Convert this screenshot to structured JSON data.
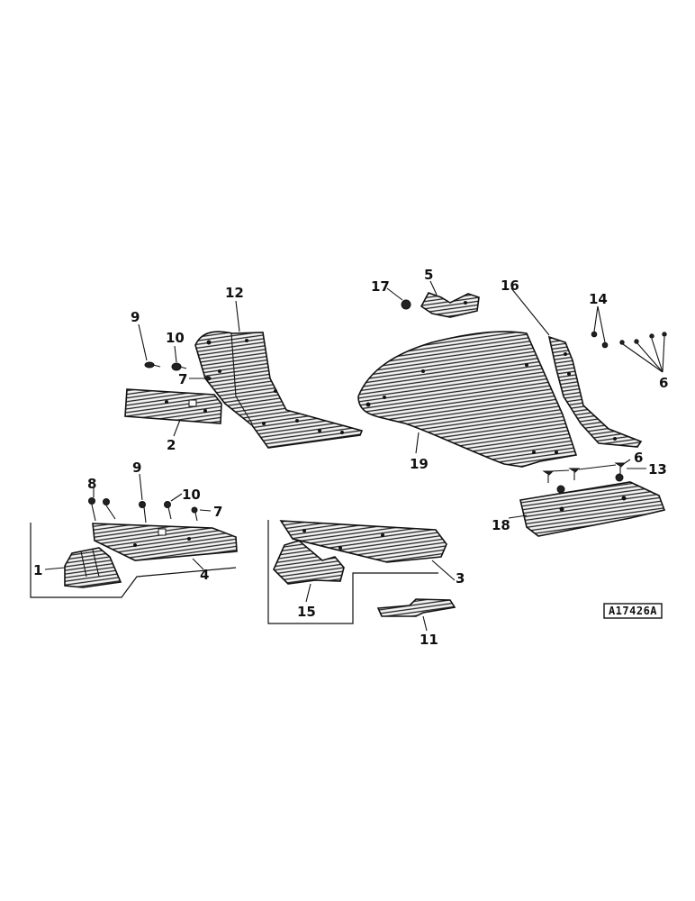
{
  "callouts": {
    "c1": "1",
    "c2": "2",
    "c3": "3",
    "c4": "4",
    "c5": "5",
    "c6a": "6",
    "c6b": "6",
    "c7a": "7",
    "c7b": "7",
    "c8": "8",
    "c9a": "9",
    "c9b": "9",
    "c10a": "10",
    "c10b": "10",
    "c11": "11",
    "c12": "12",
    "c13": "13",
    "c14": "14",
    "c15": "15",
    "c16": "16",
    "c17": "17",
    "c18": "18",
    "c19": "19"
  },
  "figure_code": "A17426A"
}
